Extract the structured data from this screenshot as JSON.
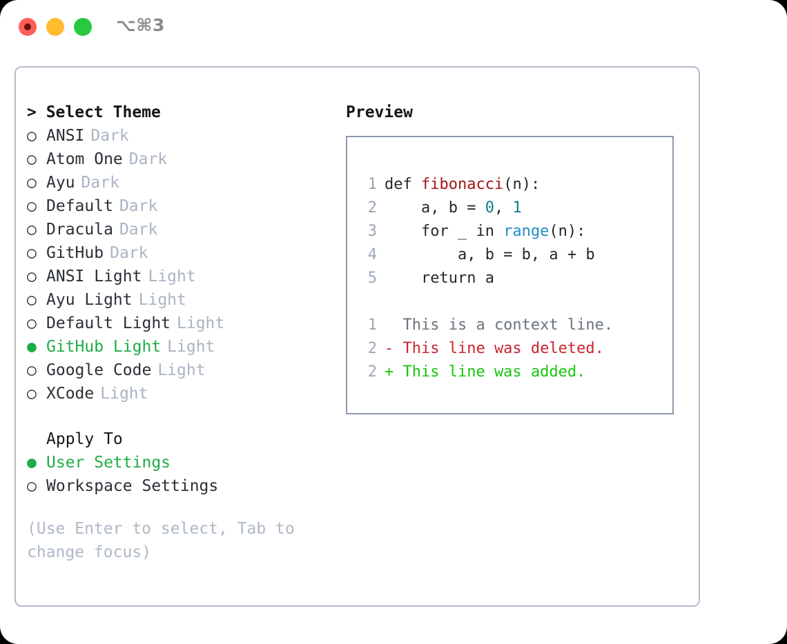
{
  "window": {
    "shortcut": "⌥⌘3",
    "traffic_lights": [
      {
        "name": "close",
        "color": "#ff5f57"
      },
      {
        "name": "minimize",
        "color": "#febc2e"
      },
      {
        "name": "maximize",
        "color": "#28c840"
      }
    ]
  },
  "theme_picker": {
    "heading": "> Select Theme",
    "marker_selected": "●",
    "marker_unselected": "○",
    "selected_color": "#1dad46",
    "tag_color": "#aab4c2",
    "options": [
      {
        "label": "ANSI",
        "tag": "Dark",
        "selected": false
      },
      {
        "label": "Atom One",
        "tag": "Dark",
        "selected": false
      },
      {
        "label": "Ayu",
        "tag": "Dark",
        "selected": false
      },
      {
        "label": "Default",
        "tag": "Dark",
        "selected": false
      },
      {
        "label": "Dracula",
        "tag": "Dark",
        "selected": false
      },
      {
        "label": "GitHub",
        "tag": "Dark",
        "selected": false
      },
      {
        "label": "ANSI Light",
        "tag": "Light",
        "selected": false
      },
      {
        "label": "Ayu Light",
        "tag": "Light",
        "selected": false
      },
      {
        "label": "Default Light",
        "tag": "Light",
        "selected": false
      },
      {
        "label": "GitHub Light",
        "tag": "Light",
        "selected": true
      },
      {
        "label": "Google Code",
        "tag": "Light",
        "selected": false
      },
      {
        "label": "XCode",
        "tag": "Light",
        "selected": false
      }
    ]
  },
  "apply_to": {
    "heading": "Apply To",
    "options": [
      {
        "label": "User Settings",
        "selected": true
      },
      {
        "label": "Workspace Settings",
        "selected": false
      }
    ]
  },
  "hint": "(Use Enter to select, Tab to change focus)",
  "preview": {
    "title": "Preview",
    "code_lines": [
      {
        "number": "1",
        "tokens": [
          {
            "text": "def ",
            "kind": "plain"
          },
          {
            "text": "fibonacci",
            "kind": "fn"
          },
          {
            "text": "(n):",
            "kind": "plain"
          }
        ]
      },
      {
        "number": "2",
        "tokens": [
          {
            "text": "    a, b = ",
            "kind": "plain"
          },
          {
            "text": "0",
            "kind": "num"
          },
          {
            "text": ", ",
            "kind": "plain"
          },
          {
            "text": "1",
            "kind": "num"
          }
        ]
      },
      {
        "number": "3",
        "tokens": [
          {
            "text": "    for _ in ",
            "kind": "plain"
          },
          {
            "text": "range",
            "kind": "builtin"
          },
          {
            "text": "(n):",
            "kind": "plain"
          }
        ]
      },
      {
        "number": "4",
        "tokens": [
          {
            "text": "        a, b = b, a + b",
            "kind": "plain"
          }
        ]
      },
      {
        "number": "5",
        "tokens": [
          {
            "text": "    return a",
            "kind": "plain"
          }
        ]
      }
    ],
    "diff_lines": [
      {
        "number": "1",
        "text": "  This is a context line.",
        "kind": "ctx"
      },
      {
        "number": "2",
        "text": "- This line was deleted.",
        "kind": "del"
      },
      {
        "number": "2",
        "text": "+ This line was added.",
        "kind": "add"
      }
    ],
    "colors": {
      "function": "#a31515",
      "number": "#0f7b8a",
      "builtin": "#1f8ec4",
      "context": "#6a737d",
      "deleted": "#cb2431",
      "added": "#16c60c",
      "gutter": "#9aa7b8",
      "border": "#8b98ab"
    }
  }
}
